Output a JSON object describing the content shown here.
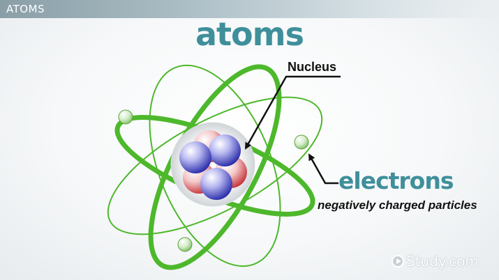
{
  "banner": {
    "title": "ATOMS"
  },
  "title": "atoms",
  "labels": {
    "nucleus": "Nucleus",
    "electrons": "electrons",
    "electrons_description": "negatively charged particles"
  },
  "logo": {
    "icon": "play-circle-icon",
    "text": "Study.com"
  },
  "colors": {
    "orbit": "#4db82b",
    "title": "#3f8f9b",
    "proton": "#c8353a",
    "neutron": "#2c2fb0",
    "electron": "#9fd48a"
  }
}
